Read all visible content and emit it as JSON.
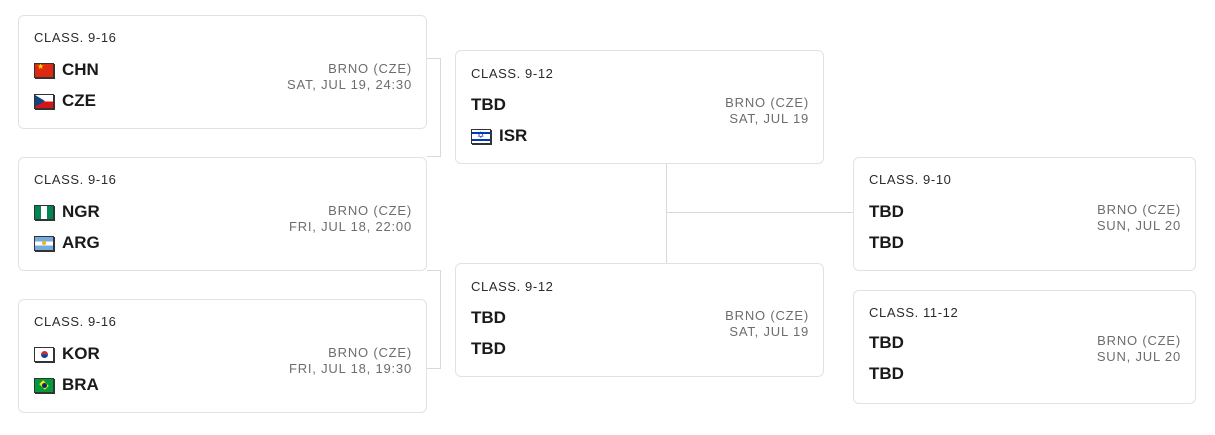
{
  "matches": {
    "m1": {
      "stage": "CLASS. 9-16",
      "team1": "CHN",
      "team2": "CZE",
      "flag1": "china-flag",
      "flag2": "czech-flag",
      "venue": "BRNO (CZE)",
      "date": "SAT, JUL 19, 24:30"
    },
    "m2": {
      "stage": "CLASS. 9-16",
      "team1": "NGR",
      "team2": "ARG",
      "flag1": "nigeria-flag",
      "flag2": "argentina-flag",
      "venue": "BRNO (CZE)",
      "date": "FRI, JUL 18, 22:00"
    },
    "m3": {
      "stage": "CLASS. 9-16",
      "team1": "KOR",
      "team2": "BRA",
      "flag1": "korea-flag",
      "flag2": "brazil-flag",
      "venue": "BRNO (CZE)",
      "date": "FRI, JUL 18, 19:30"
    },
    "m4": {
      "stage": "CLASS. 9-12",
      "team1": "TBD",
      "team2": "ISR",
      "flag2": "israel-flag",
      "venue": "BRNO (CZE)",
      "date": "SAT, JUL 19"
    },
    "m5": {
      "stage": "CLASS. 9-12",
      "team1": "TBD",
      "team2": "TBD",
      "venue": "BRNO (CZE)",
      "date": "SAT, JUL 19"
    },
    "m6": {
      "stage": "CLASS. 9-10",
      "team1": "TBD",
      "team2": "TBD",
      "venue": "BRNO (CZE)",
      "date": "SUN, JUL 20"
    },
    "m7": {
      "stage": "CLASS. 11-12",
      "team1": "TBD",
      "team2": "TBD",
      "venue": "BRNO (CZE)",
      "date": "SUN, JUL 20"
    }
  }
}
